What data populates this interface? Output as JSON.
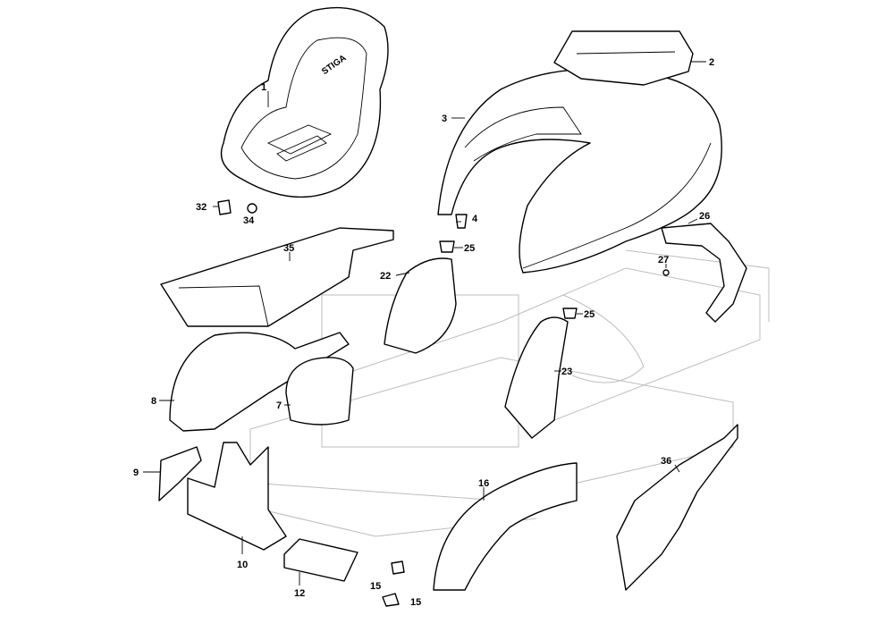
{
  "diagram": {
    "callouts": [
      {
        "id": "c1",
        "label": "1"
      },
      {
        "id": "c2",
        "label": "2"
      },
      {
        "id": "c3",
        "label": "3"
      },
      {
        "id": "c4",
        "label": "4"
      },
      {
        "id": "c25a",
        "label": "25"
      },
      {
        "id": "c22",
        "label": "22"
      },
      {
        "id": "c26",
        "label": "26"
      },
      {
        "id": "c27",
        "label": "27"
      },
      {
        "id": "c32",
        "label": "32"
      },
      {
        "id": "c34",
        "label": "34"
      },
      {
        "id": "c35",
        "label": "35"
      },
      {
        "id": "c25b",
        "label": "25"
      },
      {
        "id": "c23",
        "label": "23"
      },
      {
        "id": "c8",
        "label": "8"
      },
      {
        "id": "c7",
        "label": "7"
      },
      {
        "id": "c9",
        "label": "9"
      },
      {
        "id": "c36",
        "label": "36"
      },
      {
        "id": "c16",
        "label": "16"
      },
      {
        "id": "c10",
        "label": "10"
      },
      {
        "id": "c12",
        "label": "12"
      },
      {
        "id": "c15a",
        "label": "15"
      },
      {
        "id": "c15b",
        "label": "15"
      }
    ],
    "seat_logo": "STIGA"
  }
}
